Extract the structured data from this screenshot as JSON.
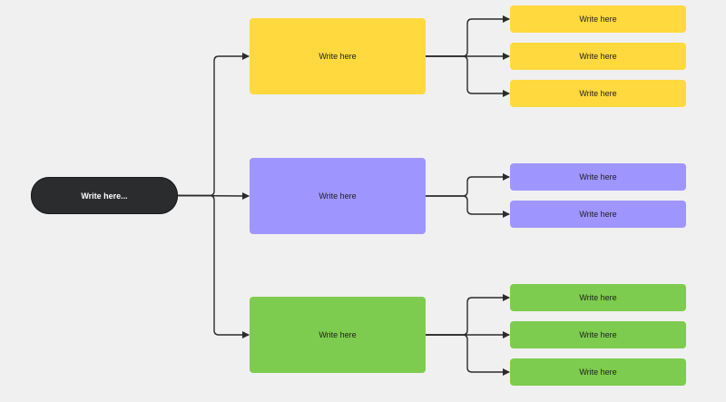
{
  "colors": {
    "background": "#f0f0f0",
    "root": "#2b2c2e",
    "connector": "#2b2b2b",
    "yellow": "#ffd93d",
    "purple": "#9f95ff",
    "green": "#7dcc4f"
  },
  "root": {
    "label": "Write here..."
  },
  "branches": [
    {
      "name": "yellow",
      "color": "#ffd93d",
      "label": "Write here",
      "children": [
        "Write here",
        "Write here",
        "Write here"
      ]
    },
    {
      "name": "purple",
      "color": "#9f95ff",
      "label": "Write here",
      "children": [
        "Write here",
        "Write here"
      ]
    },
    {
      "name": "green",
      "color": "#7dcc4f",
      "label": "Write here",
      "children": [
        "Write here",
        "Write here",
        "Write here"
      ]
    }
  ]
}
